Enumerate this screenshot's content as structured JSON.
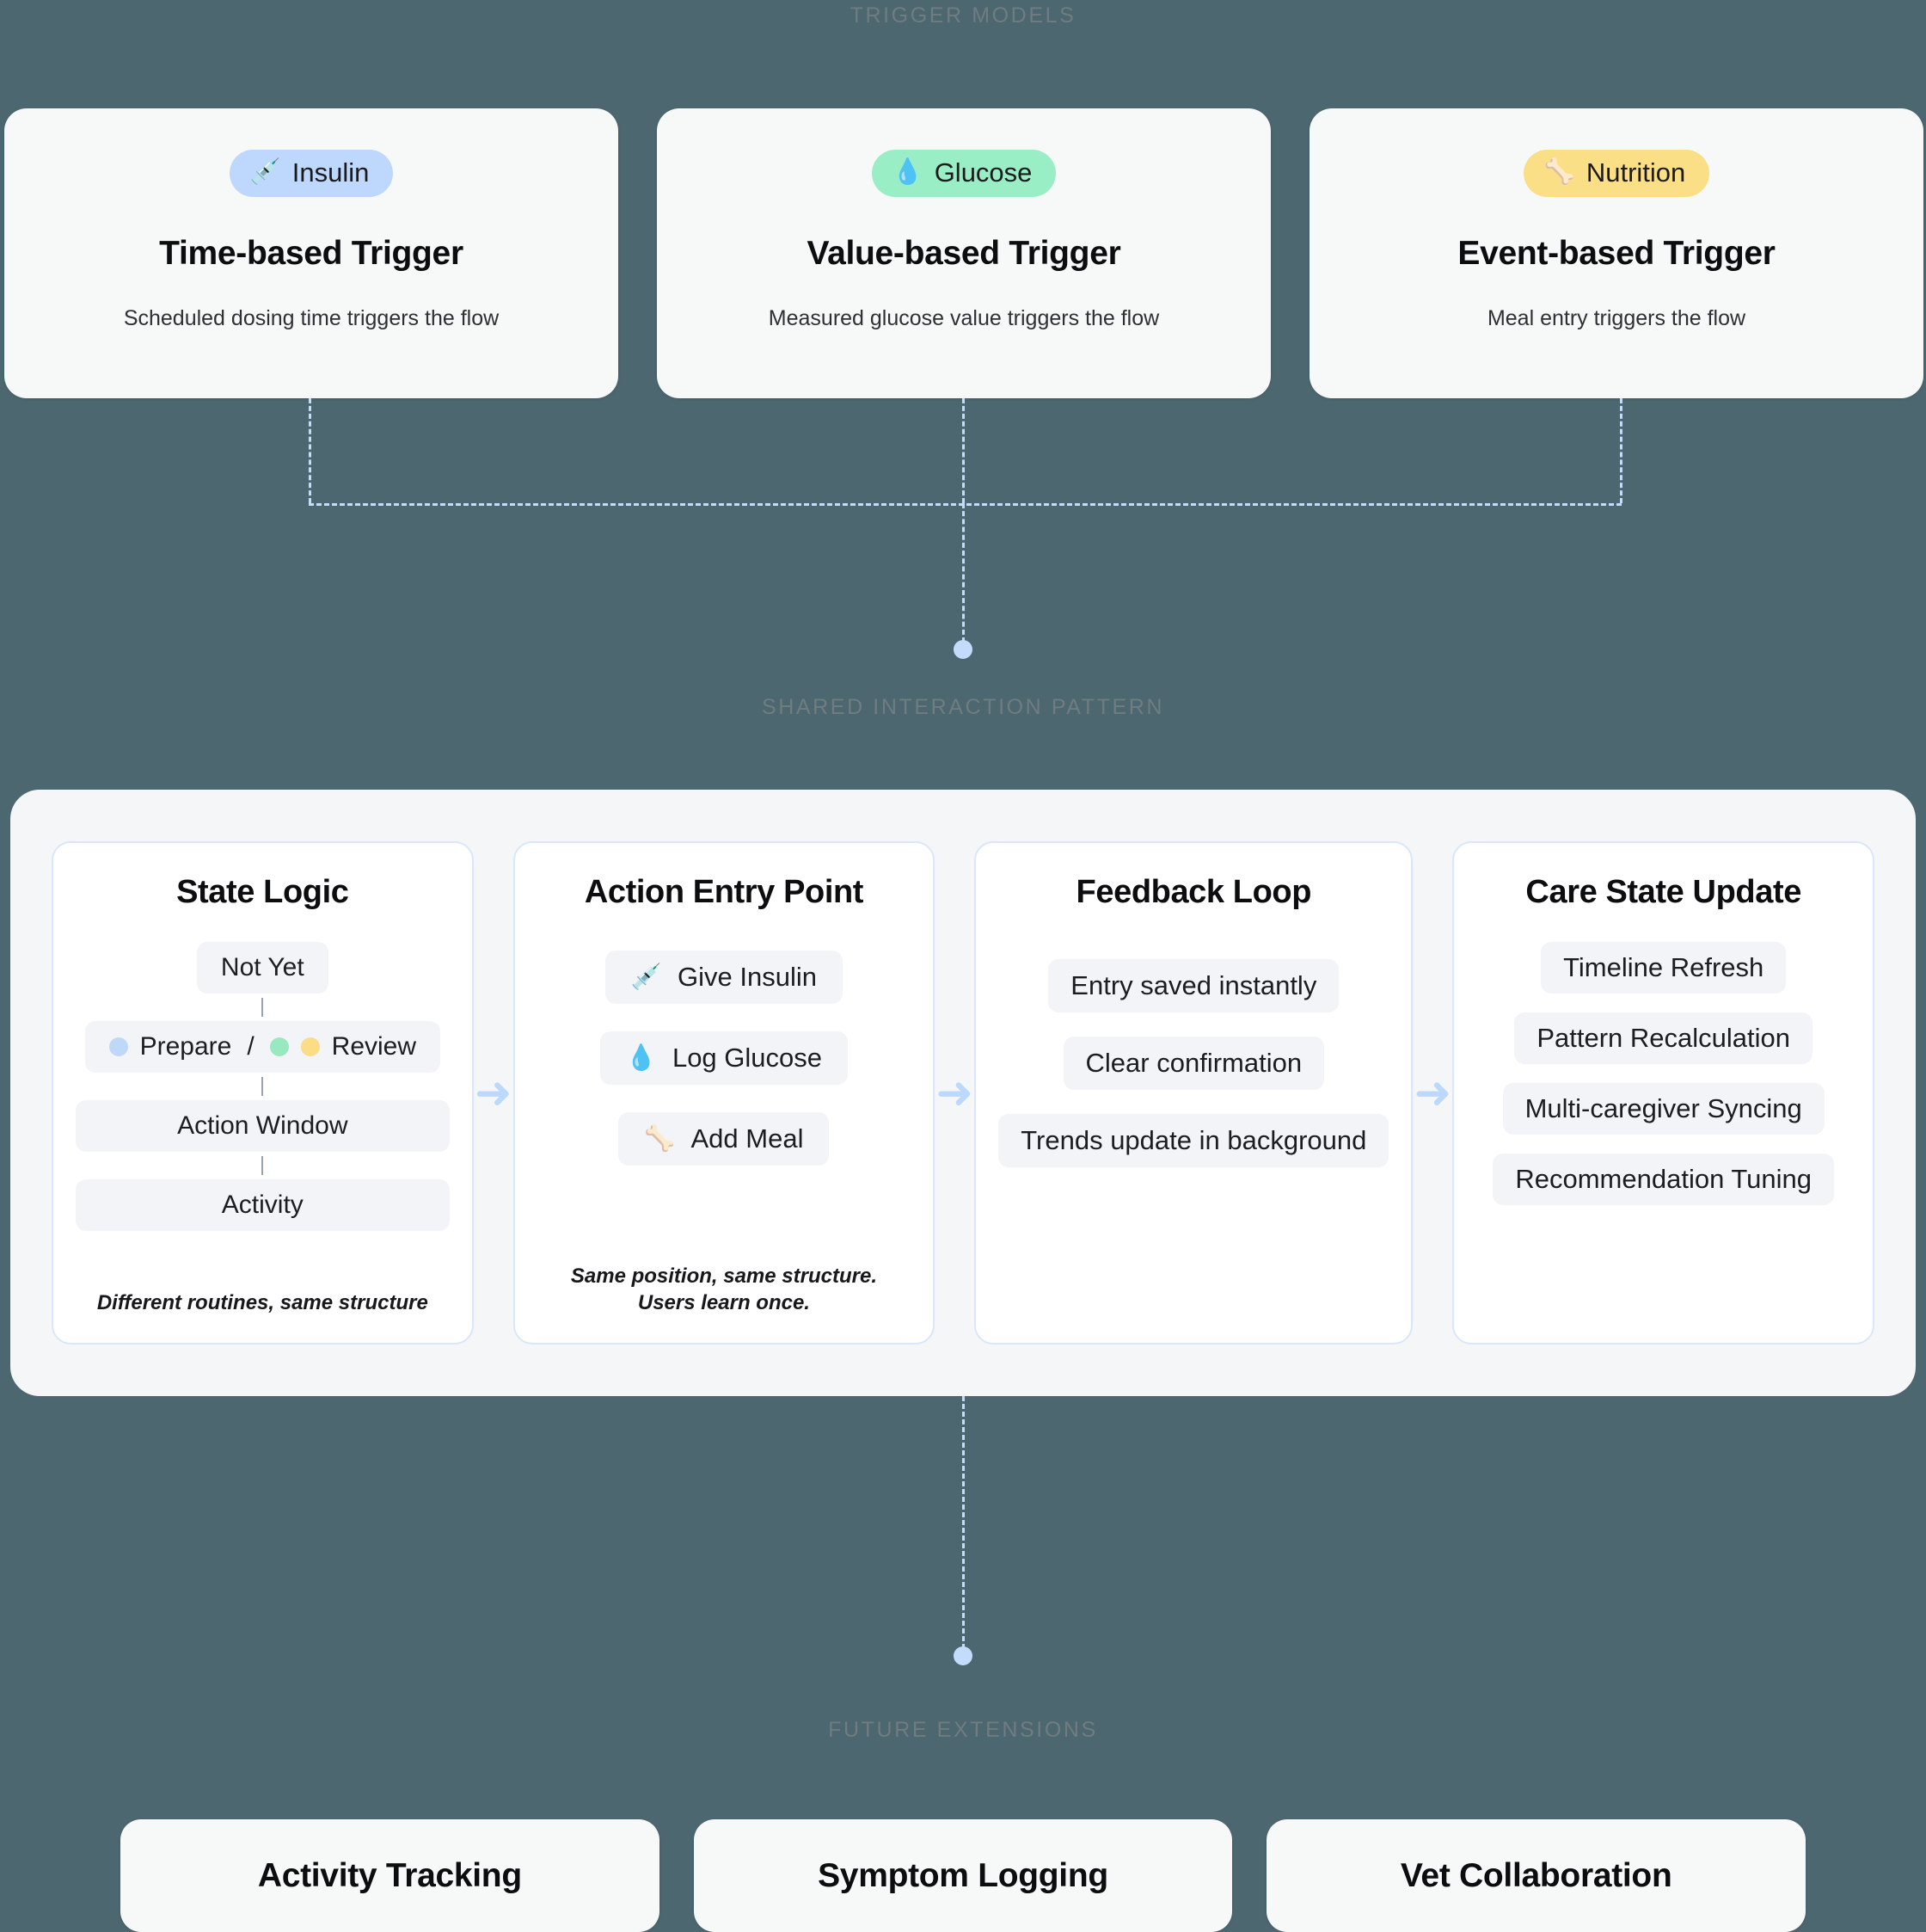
{
  "sections": {
    "trigger_models_label": "TRIGGER MODELS",
    "shared_pattern_label": "SHARED INTERACTION PATTERN",
    "future_extensions_label": "FUTURE EXTENSIONS"
  },
  "triggers": [
    {
      "badge_label": "Insulin",
      "badge_icon": "syringe-icon",
      "badge_emoji": "💉",
      "badge_color": "#bdd7fd",
      "title": "Time-based Trigger",
      "description": "Scheduled dosing time triggers the flow"
    },
    {
      "badge_label": "Glucose",
      "badge_icon": "droplet-icon",
      "badge_emoji": "💧",
      "badge_color": "#9aeec5",
      "title": "Value-based Trigger",
      "description": "Measured glucose value triggers the flow"
    },
    {
      "badge_label": "Nutrition",
      "badge_icon": "bone-icon",
      "badge_emoji": "🦴",
      "badge_color": "#fbdf87",
      "title": "Event-based Trigger",
      "description": "Meal entry triggers the flow"
    }
  ],
  "pattern": {
    "arrow_glyph": "➜",
    "state_logic": {
      "title": "State Logic",
      "steps": [
        {
          "label": "Not Yet"
        },
        {
          "label_left": "Prepare",
          "separator": "/",
          "label_right": "Review"
        },
        {
          "label": "Action Window"
        },
        {
          "label": "Activity"
        }
      ],
      "note": "Different routines, same structure"
    },
    "action_entry": {
      "title": "Action Entry Point",
      "actions": [
        {
          "label": "Give Insulin",
          "icon": "syringe-icon",
          "emoji": "💉"
        },
        {
          "label": "Log Glucose",
          "icon": "droplet-icon",
          "emoji": "💧"
        },
        {
          "label": "Add Meal",
          "icon": "bone-icon",
          "emoji": "🦴"
        }
      ],
      "note_line1": "Same position, same structure.",
      "note_line2": "Users learn once."
    },
    "feedback_loop": {
      "title": "Feedback Loop",
      "items": [
        "Entry saved instantly",
        "Clear confirmation",
        "Trends update in background"
      ]
    },
    "care_state": {
      "title": "Care State Update",
      "items": [
        "Timeline Refresh",
        "Pattern Recalculation",
        "Multi-caregiver Syncing",
        "Recommendation Tuning"
      ]
    }
  },
  "future_extensions": [
    "Activity Tracking",
    "Symptom Logging",
    "Vet Collaboration"
  ],
  "colors": {
    "background": "#4c6770",
    "card_surface": "#f7f8f8",
    "board_surface": "#f5f6f7",
    "panel_border": "#d8e7fb",
    "connector": "#c3dcfb",
    "chip": "#f2f4f7"
  }
}
